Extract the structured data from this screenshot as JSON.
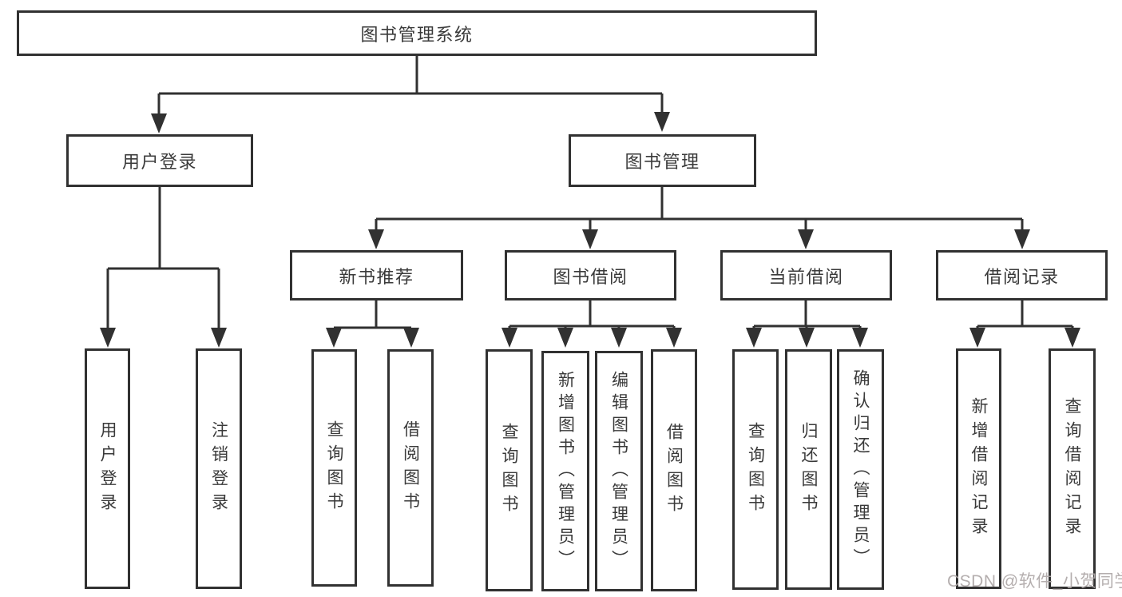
{
  "colors": {
    "background": "#ffffff",
    "box_border": "#313131",
    "connector_line": "#313131",
    "text": "#3a3a3a",
    "watermark": "#b0aaaa"
  },
  "tree": {
    "root": {
      "label": "图书管理系统",
      "children": [
        {
          "label": "用户登录",
          "children": [
            {
              "label": "用户登录"
            },
            {
              "label": "注销登录"
            }
          ]
        },
        {
          "label": "图书管理",
          "children": [
            {
              "label": "新书推荐",
              "children": [
                {
                  "label": "查询图书"
                },
                {
                  "label": "借阅图书"
                }
              ]
            },
            {
              "label": "图书借阅",
              "children": [
                {
                  "label": "查询图书"
                },
                {
                  "label": "新增图书（管理员）"
                },
                {
                  "label": "编辑图书（管理员）"
                },
                {
                  "label": "借阅图书"
                }
              ]
            },
            {
              "label": "当前借阅",
              "children": [
                {
                  "label": "查询图书"
                },
                {
                  "label": "归还图书"
                },
                {
                  "label": "确认归还（管理员）"
                }
              ]
            },
            {
              "label": "借阅记录",
              "children": [
                {
                  "label": "新增借阅记录"
                },
                {
                  "label": "查询借阅记录"
                }
              ]
            }
          ]
        }
      ]
    }
  },
  "watermark": {
    "text": "CSDN @软件_小贺同学"
  }
}
